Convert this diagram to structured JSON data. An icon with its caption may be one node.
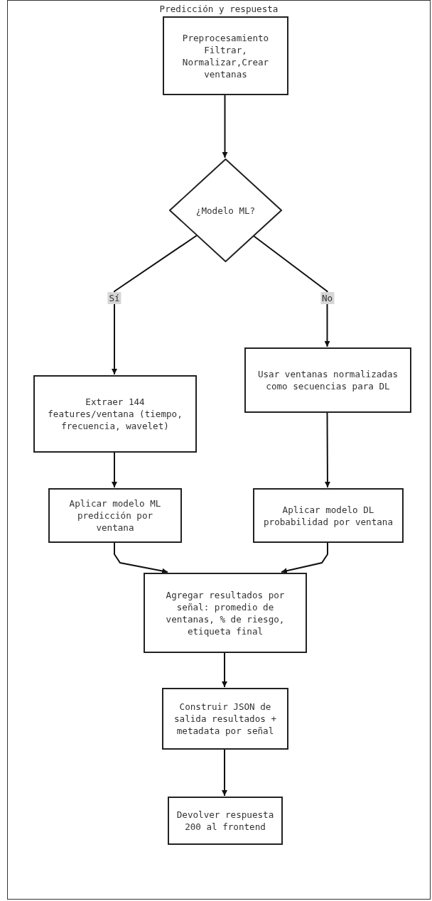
{
  "diagram": {
    "nodes": [
      {
        "text": [
          "Predicción y respuesta"
        ]
      },
      {
        "text": [
          "Preprocesamiento Filtrar, Normalizar,Crear ventanas"
        ],
        "in": 0
      },
      {
        "text": [
          "¿Modelo ML?"
        ],
        "in": 0
      },
      {
        "text": [
          "Extraer 144 features/ventana (tiempo, frecuencia, wavelet)"
        ],
        "in": 0
      },
      {
        "text": [
          "Usar ventanas normalizadas como secuencias para DL"
        ],
        "in": 0
      },
      {
        "text": [
          "Aplicar modelo ML predicción por ventana"
        ],
        "in": 0
      },
      {
        "text": [
          "Aplicar modelo DL probabilidad por ventana"
        ],
        "in": 0
      },
      {
        "text": [
          "Agregar resultados por señal: promedio de ventanas, % de riesgo, etiqueta final"
        ],
        "in": 0
      },
      {
        "text": [
          "Construir JSON de salida resultados + metadata por señal"
        ],
        "in": 0
      },
      {
        "text": [
          "Devolver respuesta 200 al frontend"
        ],
        "in": 0
      }
    ],
    "edges": [
      {
        "from": 1,
        "to": 2,
        "arrow": "to"
      },
      {
        "from": 2,
        "to": 3,
        "arrow": "to",
        "label": "Sí"
      },
      {
        "from": 2,
        "to": 4,
        "arrow": "to",
        "label": "No"
      },
      {
        "from": 3,
        "to": 5,
        "arrow": "to"
      },
      {
        "from": 4,
        "to": 6,
        "arrow": "to"
      },
      {
        "from": 5,
        "to": 7,
        "arrow": "to"
      },
      {
        "from": 6,
        "to": 7,
        "arrow": "to"
      },
      {
        "from": 7,
        "to": 8,
        "arrow": "to"
      },
      {
        "from": 8,
        "to": 9,
        "arrow": "to"
      }
    ]
  }
}
